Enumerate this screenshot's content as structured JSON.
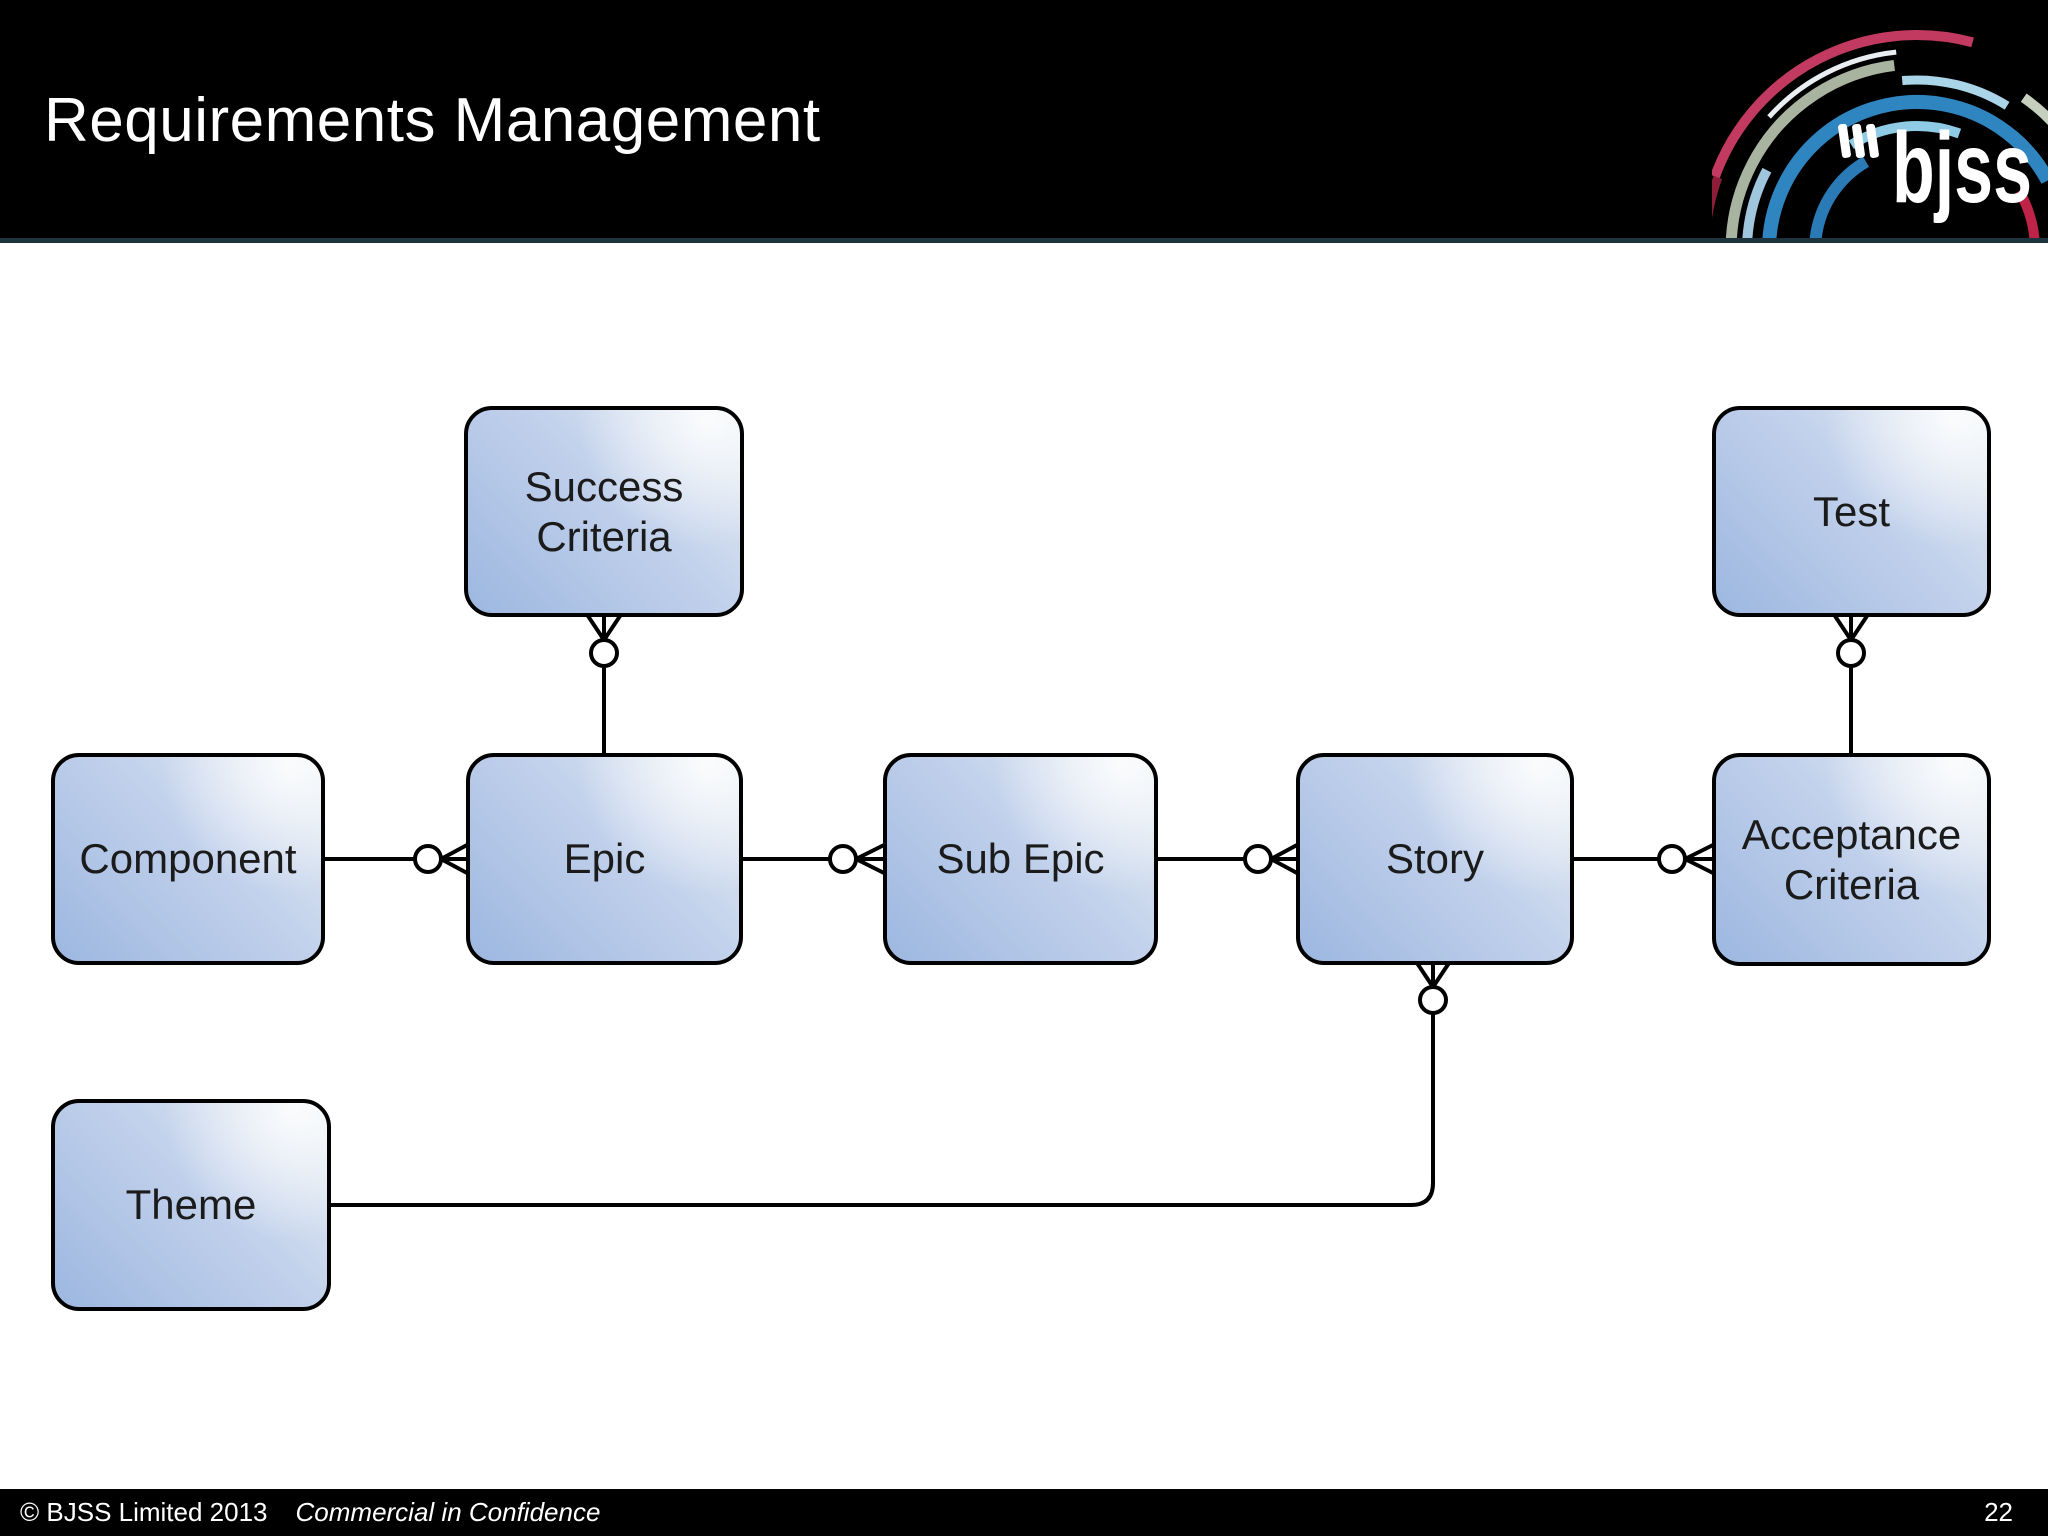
{
  "slide": {
    "title": "Requirements Management",
    "page_number": "22",
    "footer": {
      "copyright": "© BJSS Limited 2013",
      "classification": "Commercial in Confidence"
    }
  },
  "logo": {
    "wordmark": "bjss"
  },
  "diagram": {
    "nodes": {
      "success_criteria": {
        "label": "Success Criteria"
      },
      "test": {
        "label": "Test"
      },
      "component": {
        "label": "Component"
      },
      "epic": {
        "label": "Epic"
      },
      "sub_epic": {
        "label": "Sub Epic"
      },
      "story": {
        "label": "Story"
      },
      "acceptance_criteria": {
        "label": "Acceptance Criteria"
      },
      "theme": {
        "label": "Theme"
      }
    },
    "relationships": [
      {
        "from": "component",
        "to": "epic",
        "cardinality": "zero-or-many",
        "crow_foot_at": "epic"
      },
      {
        "from": "epic",
        "to": "sub_epic",
        "cardinality": "zero-or-many",
        "crow_foot_at": "sub_epic"
      },
      {
        "from": "sub_epic",
        "to": "story",
        "cardinality": "zero-or-many",
        "crow_foot_at": "story"
      },
      {
        "from": "story",
        "to": "acceptance_criteria",
        "cardinality": "zero-or-many",
        "crow_foot_at": "acceptance_criteria"
      },
      {
        "from": "epic",
        "to": "success_criteria",
        "cardinality": "zero-or-many",
        "crow_foot_at": "success_criteria"
      },
      {
        "from": "acceptance_criteria",
        "to": "test",
        "cardinality": "zero-or-many",
        "crow_foot_at": "test"
      },
      {
        "from": "theme",
        "to": "story",
        "cardinality": "zero-or-many",
        "crow_foot_at": "story"
      }
    ]
  },
  "colors": {
    "header_bg": "#000000",
    "header_separator": "#1d333d",
    "footer_bg": "#000000",
    "text_on_dark": "#ffffff",
    "node_border": "#000000",
    "node_fill_dark": "#9db7e0",
    "node_fill_light": "#e7eef2",
    "node_text": "#1b1b1b",
    "connector": "#000000",
    "logo_red": "#c23a5f",
    "logo_dark_red": "#8e1e38",
    "logo_blue": "#2e85c0",
    "logo_steel_blue": "#2a7ab5",
    "logo_light_blue": "#8fcbe4",
    "logo_sage": "#a9b4a0"
  }
}
